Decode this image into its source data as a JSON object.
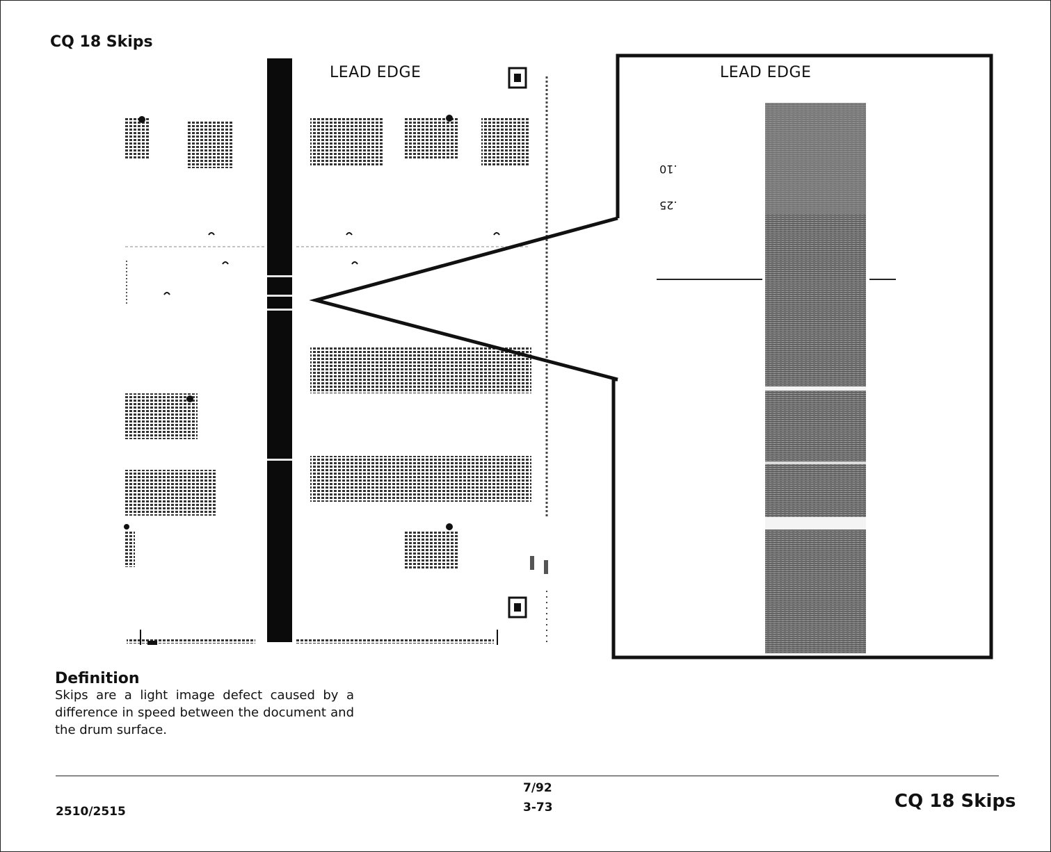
{
  "header": {
    "title": "CQ 18 Skips"
  },
  "figure": {
    "left_label": "LEAD EDGE",
    "right_label": "LEAD EDGE",
    "measure_1": ".10",
    "measure_2": ".25"
  },
  "definition": {
    "heading": "Definition",
    "text": "Skips are a light image defect caused by a difference in speed between the document and the drum surface."
  },
  "footer": {
    "date": "7/92",
    "page": "3-73",
    "model": "2510/2515",
    "section": "CQ 18 Skips"
  }
}
